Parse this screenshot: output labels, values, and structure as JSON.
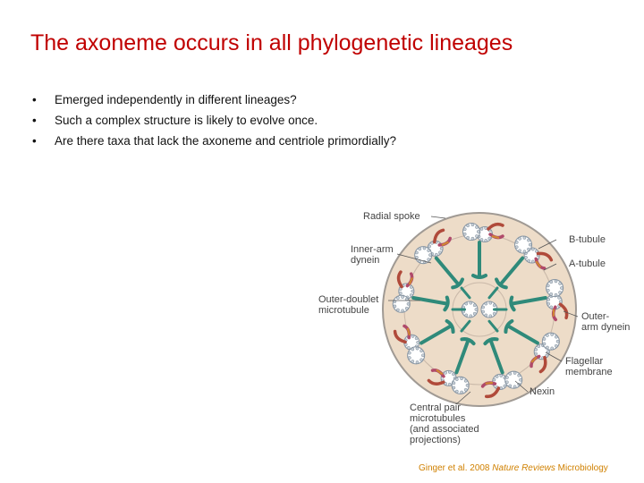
{
  "slide": {
    "title": "The axoneme occurs in all phylogenetic lineages",
    "bullets": [
      "Emerged independently in different lineages?",
      "Such a complex structure is likely to evolve once.",
      "Are there taxa that lack the axoneme and centriole primordially?"
    ]
  },
  "figure": {
    "labels": {
      "radial_spoke": "Radial spoke",
      "b_tubule": "B-tubule",
      "a_tubule": "A-tubule",
      "inner_arm_dynein": "Inner-arm\ndynein",
      "outer_doublet": "Outer-doublet\nmicrotubule",
      "outer_arm_dynein": "Outer-\narm dynein",
      "flagellar_membrane": "Flagellar\nmembrane",
      "nexin": "Nexin",
      "central_pair": "Central pair\nmicrotubules\n(and associated\nprojections)"
    },
    "colors": {
      "membrane_fill": "#eddcc8",
      "membrane_edge": "#a09a94",
      "tubule": "#c8d0d8",
      "radial_spoke": "#2f8a7a",
      "inner_arm": "#b04a6a",
      "outer_arm": "#b04a3a",
      "nexin": "#d08a30"
    }
  },
  "citation": {
    "authors": "Ginger et al. 2008 ",
    "journal": "Nature Reviews",
    "section": " Microbiology"
  }
}
